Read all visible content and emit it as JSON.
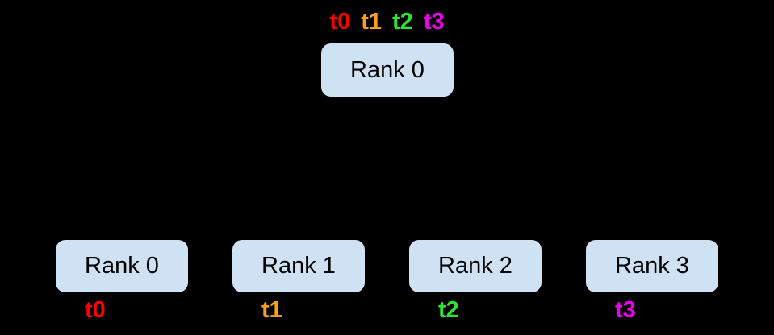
{
  "colors": {
    "background": "#000000",
    "node_fill": "#cfe2f3",
    "node_text": "#000000",
    "thread_t0": "#fe0000",
    "thread_t1": "#f6a01b",
    "thread_t2": "#2ee42e",
    "thread_t3": "#ee00ee"
  },
  "root": {
    "label": "Rank 0",
    "threads": [
      {
        "label": "t0",
        "color": "#fe0000"
      },
      {
        "label": "t1",
        "color": "#f6a01b"
      },
      {
        "label": "t2",
        "color": "#2ee42e"
      },
      {
        "label": "t3",
        "color": "#ee00ee"
      }
    ]
  },
  "leaves": [
    {
      "label": "Rank 0",
      "thread": "t0",
      "thread_color": "#fe0000"
    },
    {
      "label": "Rank 1",
      "thread": "t1",
      "thread_color": "#f6a01b"
    },
    {
      "label": "Rank 2",
      "thread": "t2",
      "thread_color": "#2ee42e"
    },
    {
      "label": "Rank 3",
      "thread": "t3",
      "thread_color": "#ee00ee"
    }
  ]
}
